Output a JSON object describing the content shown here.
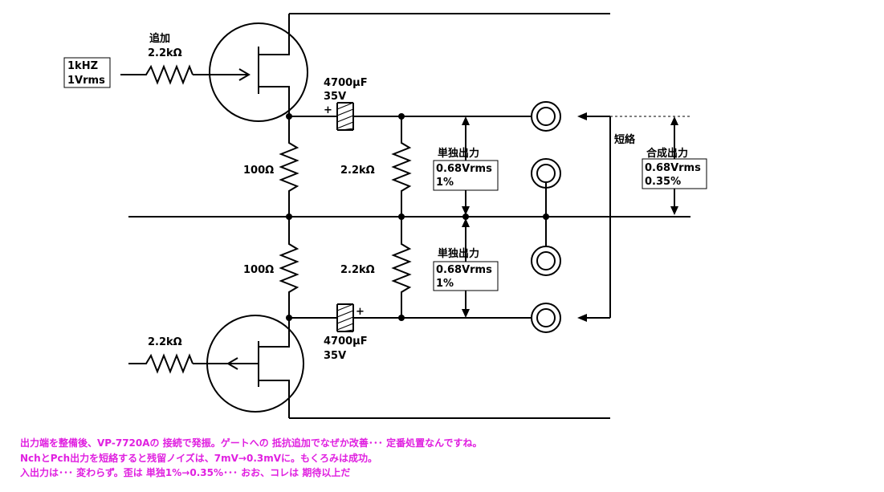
{
  "labels": {
    "input_box_line1": "1kHZ",
    "input_box_line2": "1Vrms",
    "added": "追加",
    "r_input_top": "2.2kΩ",
    "r_input_bottom": "2.2kΩ",
    "cap_top_value": "4700μF",
    "cap_top_voltage": "35V",
    "cap_bottom_value": "4700μF",
    "cap_bottom_voltage": "35V",
    "cap_plus": "+",
    "r_source_top": "100Ω",
    "r_source_bottom": "100Ω",
    "r_load_top": "2.2kΩ",
    "r_load_bottom": "2.2kΩ",
    "single_out_top_title": "単独出力",
    "single_out_top_v": "0.68Vrms",
    "single_out_top_d": "1%",
    "single_out_bottom_title": "単独出力",
    "single_out_bottom_v": "0.68Vrms",
    "single_out_bottom_d": "1%",
    "short": "短絡",
    "combined_title": "合成出力",
    "combined_v": "0.68Vrms",
    "combined_d": "0.35%"
  },
  "notes": [
    "出力端を整備後、VP-7720Aの 接続で発振。ゲートへの 抵抗追加でなぜか改善･･･ 定番処置なんですね。",
    "NchとPch出力を短絡すると残留ノイズは、7mV→0.3mVに。もくろみは成功。",
    "入出力は･･･ 変わらず。歪は 単独1%→0.35%･･･ おお、コレは 期待以上だ"
  ],
  "colors": {
    "note_text": "#e020e0"
  }
}
